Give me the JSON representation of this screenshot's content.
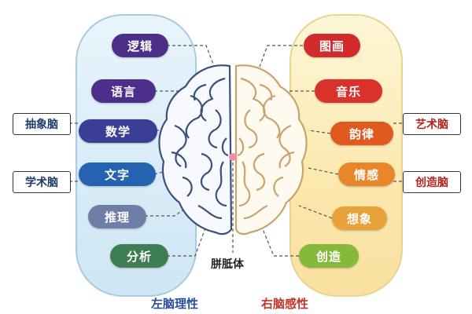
{
  "left_hemisphere": {
    "title": "左脑理性",
    "title_color": "#2a4f9a",
    "items": [
      {
        "label": "逻辑",
        "color": "#4b2f8a"
      },
      {
        "label": "语言",
        "color": "#4b2f8a"
      },
      {
        "label": "数学",
        "color": "#3a3f95"
      },
      {
        "label": "文字",
        "color": "#2563b0"
      },
      {
        "label": "推理",
        "color": "#6f7ea6"
      },
      {
        "label": "分析",
        "color": "#3f7d53"
      }
    ],
    "categories": [
      {
        "label": "抽象脑"
      },
      {
        "label": "学术脑"
      }
    ]
  },
  "right_hemisphere": {
    "title": "右脑感性",
    "title_color": "#c0342a",
    "items": [
      {
        "label": "图画",
        "color": "#d12b2b"
      },
      {
        "label": "音乐",
        "color": "#d8322b"
      },
      {
        "label": "韵律",
        "color": "#e0591f"
      },
      {
        "label": "情感",
        "color": "#e8862a"
      },
      {
        "label": "想象",
        "color": "#e9a23a"
      },
      {
        "label": "创造",
        "color": "#86b83a"
      }
    ],
    "categories": [
      {
        "label": "艺术脑"
      },
      {
        "label": "创造脑"
      }
    ]
  },
  "center": {
    "label": "胼胝体"
  }
}
